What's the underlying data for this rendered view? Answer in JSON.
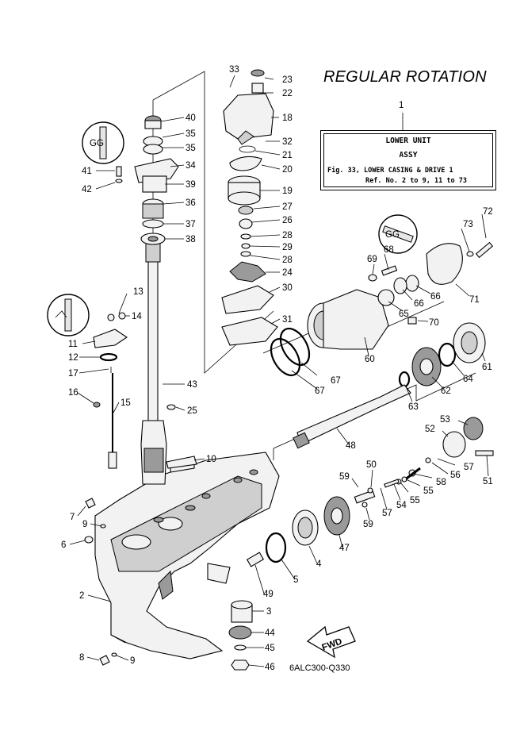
{
  "title": "REGULAR ROTATION",
  "info_box": {
    "ref_number": "1",
    "line1": "LOWER UNIT",
    "line2": "ASSY",
    "line3": "Fig. 33, LOWER CASING & DRIVE 1",
    "line4": "Ref. No. 2 to 9, 11 to 73"
  },
  "fwd_label": "FWD",
  "diagram_code": "6ALC300-Q330",
  "callouts": [
    "33",
    "23",
    "22",
    "18",
    "32",
    "21",
    "20",
    "19",
    "27",
    "26",
    "28",
    "29",
    "28",
    "24",
    "30",
    "31",
    "40",
    "35",
    "35",
    "34",
    "39",
    "36",
    "37",
    "38",
    "41",
    "42",
    "13",
    "14",
    "11",
    "12",
    "17",
    "16",
    "15",
    "43",
    "25",
    "10",
    "7",
    "9",
    "6",
    "2",
    "8",
    "9",
    "49",
    "3",
    "44",
    "45",
    "46",
    "5",
    "4",
    "47",
    "59",
    "50",
    "59",
    "57",
    "54",
    "55",
    "55",
    "58",
    "56",
    "57",
    "51",
    "52",
    "53",
    "48",
    "63",
    "62",
    "64",
    "61",
    "60",
    "67",
    "67",
    "65",
    "66",
    "66",
    "68",
    "69",
    "70",
    "71",
    "72",
    "73"
  ]
}
